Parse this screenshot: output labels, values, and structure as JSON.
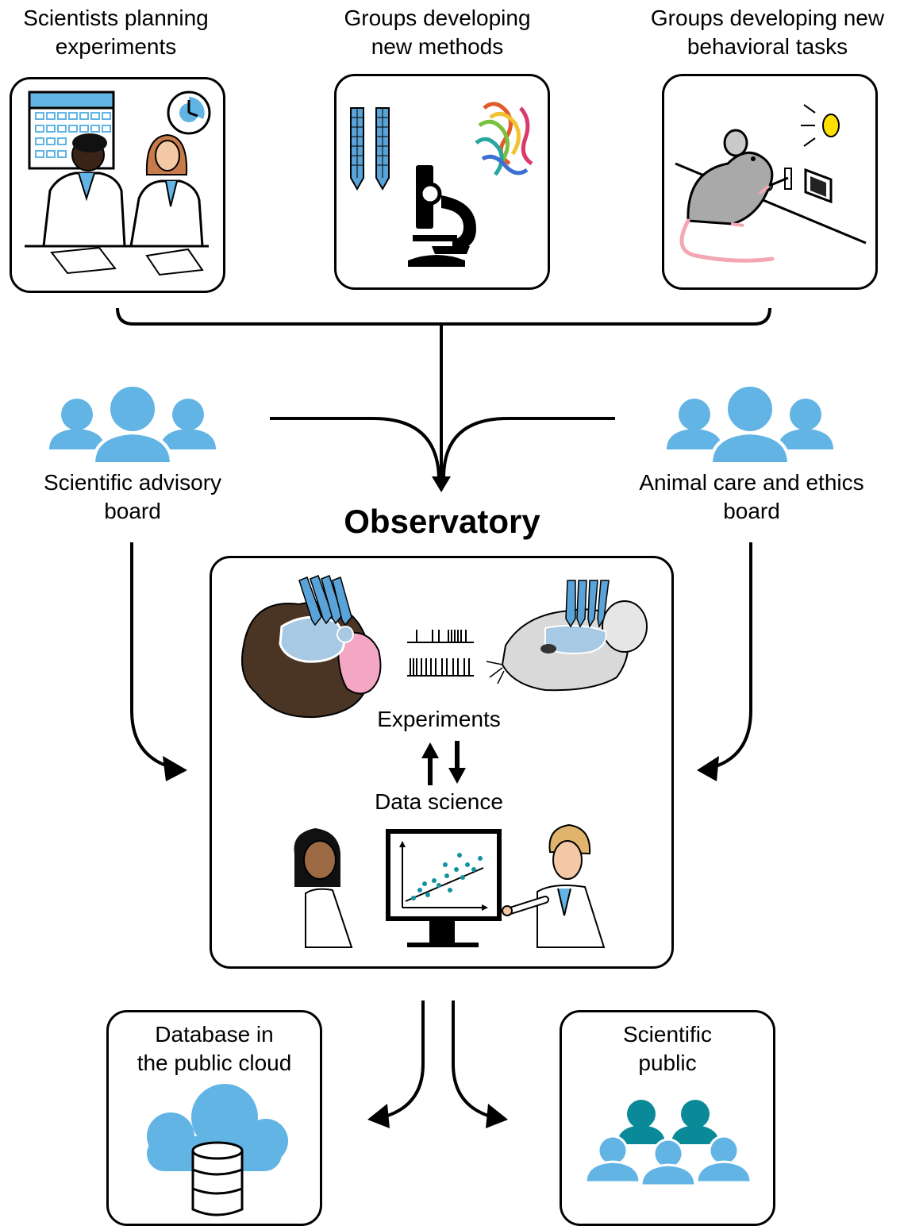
{
  "top": {
    "planning": {
      "line1": "Scientists planning",
      "line2": "experiments"
    },
    "methods": {
      "line1": "Groups developing",
      "line2": "new methods"
    },
    "tasks": {
      "line1": "Groups developing new",
      "line2": "behavioral tasks"
    }
  },
  "boards": {
    "advisory": {
      "line1": "Scientific advisory",
      "line2": "board"
    },
    "ethics": {
      "line1": "Animal care and ethics",
      "line2": "board"
    }
  },
  "observatory": {
    "title": "Observatory",
    "experiments": "Experiments",
    "data_science": "Data science"
  },
  "outputs": {
    "database": {
      "line1": "Database in",
      "line2": "the public cloud"
    },
    "public": {
      "line1": "Scientific",
      "line2": "public"
    }
  },
  "colors": {
    "people_light": "#62b4e4",
    "people_dark": "#0a8a99",
    "monkey_fur": "#4a3524",
    "monkey_face": "#f4a7c4",
    "probe": "#5aa3d8",
    "scatter": "#12939e"
  },
  "icons": [
    "calendar-icon",
    "clock-icon",
    "microscope-icon",
    "probe-icon",
    "protein-icon",
    "mouse-icon",
    "lamp-icon",
    "lever-icon",
    "people-icon",
    "cloud-icon",
    "database-icon",
    "monitor-icon"
  ]
}
